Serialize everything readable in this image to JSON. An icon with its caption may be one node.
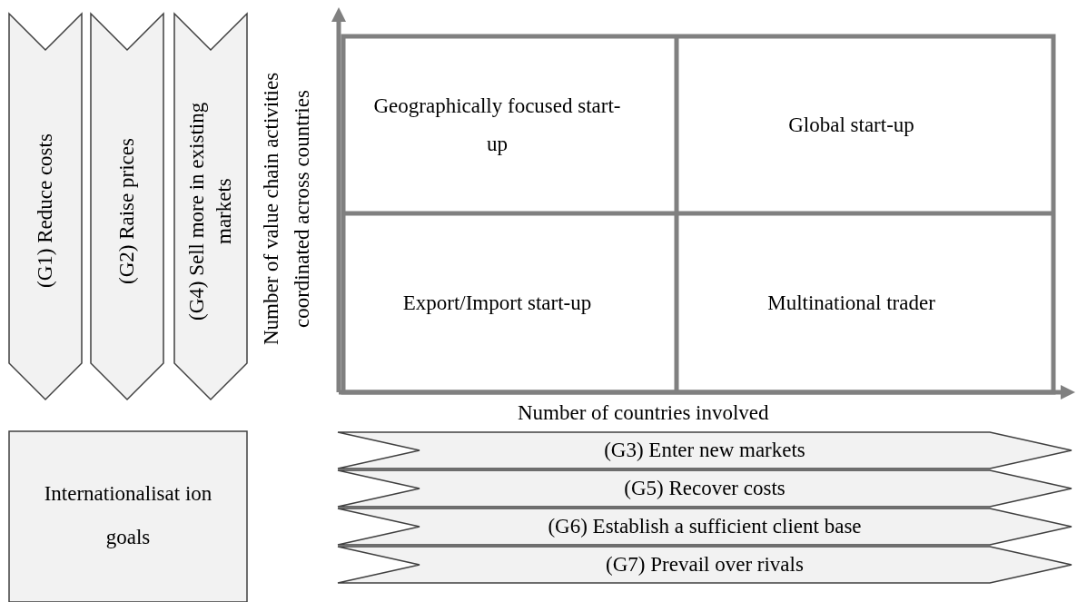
{
  "diagram": {
    "nodes": [
      {
        "text": [
          "(G1) Reduce costs"
        ]
      },
      {
        "text": [
          "(G2) Raise prices"
        ]
      },
      {
        "text": [
          "(G4) Sell more in existing markets"
        ]
      },
      {
        "text": [
          "Geographically focused start-up"
        ]
      },
      {
        "text": [
          "Global start-up"
        ]
      },
      {
        "text": [
          "Export/Import start-up"
        ]
      },
      {
        "text": [
          "Multinational trader"
        ]
      },
      {
        "text": [
          "(G3) Enter new markets"
        ]
      },
      {
        "text": [
          "(G5) Recover costs"
        ]
      },
      {
        "text": [
          "(G6) Establish a sufficient client base"
        ]
      },
      {
        "text": [
          "(G7) Prevail over rivals"
        ]
      },
      {
        "text": [
          "Internationalisat ion goals"
        ]
      }
    ],
    "edges": [],
    "labels": [
      "Number of value chain activities coordinated across countries",
      "Number of countries involved"
    ]
  }
}
